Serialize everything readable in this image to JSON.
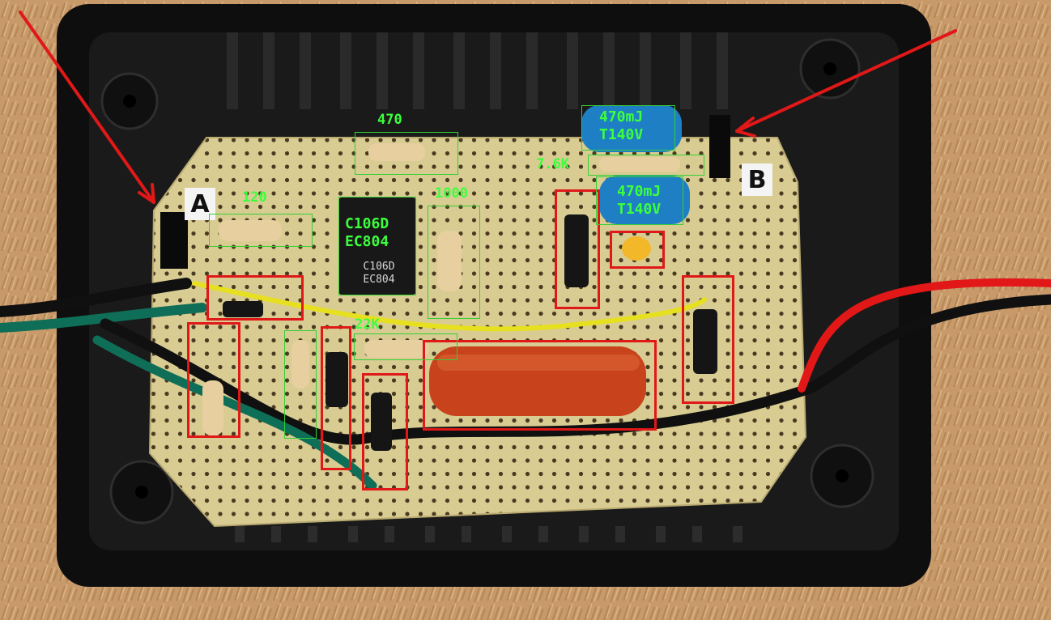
{
  "photo": {
    "subject": "scene",
    "colors": {
      "fur": "#c89a6a",
      "enclosure": "#121212",
      "board": "#d8cc92",
      "annotation_red": "#e01818",
      "annotation_green": "#3cff3c"
    }
  },
  "board_tags": {
    "a": "A",
    "b": "B"
  },
  "annotations": {
    "r470": "470",
    "r120": "120",
    "r1000": "1000",
    "r7_6k": "7.6K",
    "r22k": "22K",
    "scr_line1": "C106D",
    "scr_line2": "EC804",
    "cap_top_line1": "470mJ",
    "cap_top_line2": "T140V",
    "cap_bottom_line1": "470mJ",
    "cap_bottom_line2": "T140V"
  },
  "chip_marking": {
    "line1": "C106D",
    "line2": "EC804"
  }
}
